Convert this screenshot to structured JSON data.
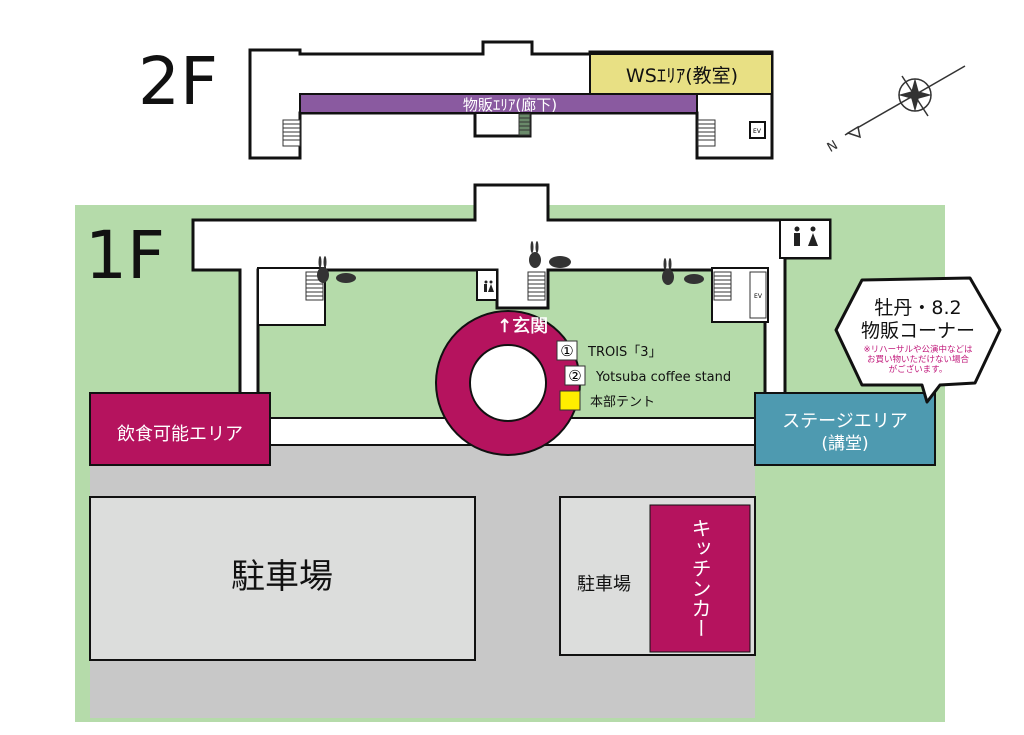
{
  "colors": {
    "grounds": "#b5dbaa",
    "parking_lane": "#c8c8c8",
    "parking_lot": "#dcdddc",
    "magenta": "#b5135e",
    "stage": "#4e9ab0",
    "ws_area": "#e8e084",
    "shop_corridor": "#8a5aa0",
    "hq_tent": "#ffee00",
    "notice": "#c0187a"
  },
  "floor2": {
    "label": "2F",
    "ws_area": "WSｴﾘｱ(教室)",
    "shop_corridor": "物販ｴﾘｱ(廊下)",
    "elevator": "EV"
  },
  "compass": {
    "north": "N"
  },
  "floor1": {
    "label": "1F",
    "entrance": "↑玄関",
    "elevator": "EV",
    "restroom_icon": "restroom-icon",
    "eating_area": "飲食可能エリア",
    "stage_area_line1": "ステージエリア",
    "stage_area_line2": "(講堂)",
    "parking_main": "駐車場",
    "parking_small": "駐車場",
    "kitchen_car": "キッチンカー",
    "legend": [
      {
        "marker": "①",
        "label": "TROIS「3」"
      },
      {
        "marker": "②",
        "label": "Yotsuba coffee stand"
      },
      {
        "marker": "",
        "label": "本部テント"
      }
    ],
    "callout": {
      "line1": "牡丹・8.2",
      "line2": "物販コーナー",
      "note1": "※リハーサルや公演中などは",
      "note2": "お買い物いただけない場合",
      "note3": "がございます。"
    }
  }
}
